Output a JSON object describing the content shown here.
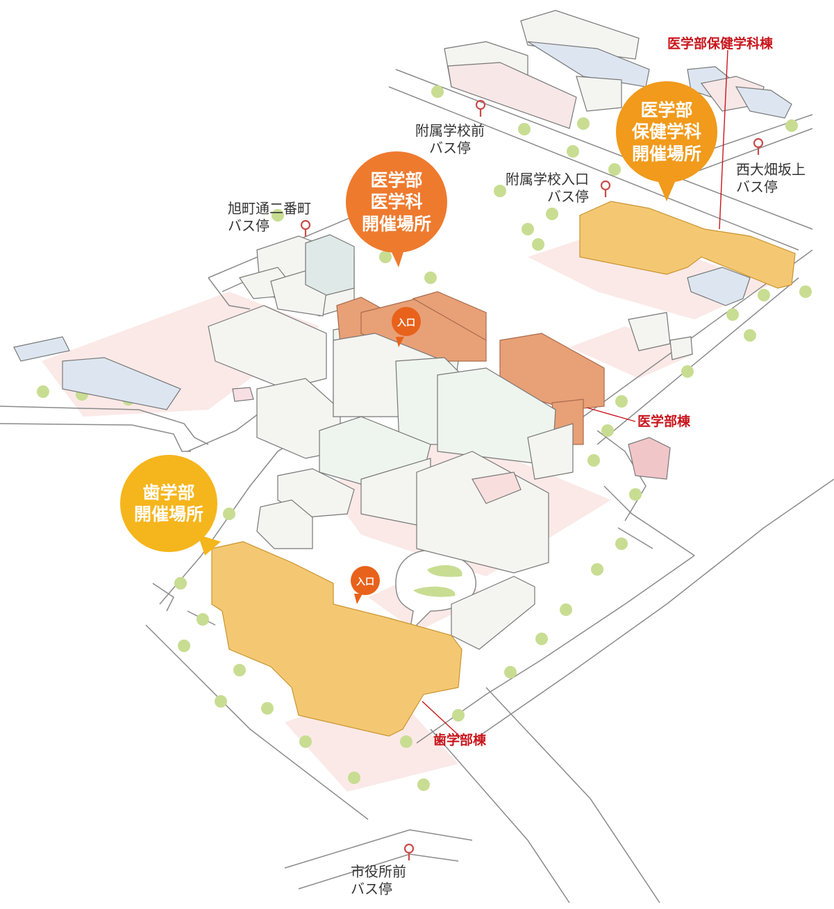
{
  "colors": {
    "road_line": "#8a8a8a",
    "plaza": "#fbe9e7",
    "building_gray": "#f4f4f0",
    "building_blue": "#dde6f0",
    "medical_building": "#e8a077",
    "highlight_building": "#f4c873",
    "tree": "#c8dd92",
    "bubble_medicine": "#ee7a2e",
    "bubble_health": "#f19a1b",
    "bubble_dentistry": "#f5b51c",
    "entrance": "#e8621b",
    "label_red": "#c8161d",
    "bus_pin": "#c94a4a"
  },
  "bus_stops": [
    {
      "id": "fuzoku-mae",
      "label": "附属学校前\nバス停"
    },
    {
      "id": "fuzoku-iriguchi",
      "label": "附属学校入口\nバス停"
    },
    {
      "id": "nishi-ohata",
      "label": "西大畑坂上\nバス停"
    },
    {
      "id": "asahi",
      "label": "旭町通二番町\nバス停"
    },
    {
      "id": "shiyakusho",
      "label": "市役所前\nバス停"
    }
  ],
  "venue_bubbles": [
    {
      "id": "medicine",
      "label": "医学部\n医学科\n開催場所"
    },
    {
      "id": "health",
      "label": "医学部\n保健学科\n開催場所"
    },
    {
      "id": "dentistry",
      "label": "歯学部\n開催場所"
    }
  ],
  "building_labels": [
    {
      "id": "health-bldg",
      "label": "医学部保健学科棟"
    },
    {
      "id": "medical-bldg",
      "label": "医学部棟"
    },
    {
      "id": "dental-bldg",
      "label": "歯学部棟"
    }
  ],
  "entrances": [
    {
      "id": "entrance-medical",
      "label": "入口"
    },
    {
      "id": "entrance-dental",
      "label": "入口"
    }
  ]
}
